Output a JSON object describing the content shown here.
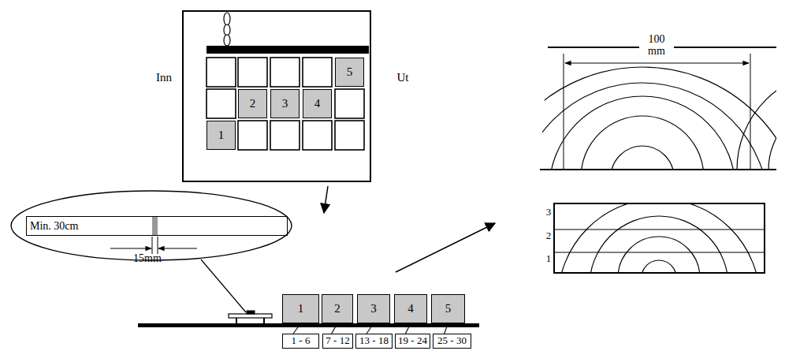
{
  "diagram": {
    "nodes": [
      {
        "text": [
          "5"
        ]
      },
      {
        "text": [
          "2"
        ]
      },
      {
        "text": [
          "3"
        ]
      },
      {
        "text": [
          "4"
        ]
      },
      {
        "text": [
          "1"
        ]
      },
      {
        "text": [
          "Min. 30cm"
        ]
      },
      {
        "text": [
          "1"
        ]
      },
      {
        "text": [
          "2"
        ]
      },
      {
        "text": [
          "3"
        ]
      },
      {
        "text": [
          "4"
        ]
      },
      {
        "text": [
          "5"
        ]
      },
      {
        "text": [
          "1 - 6"
        ]
      },
      {
        "text": [
          "7 - 12"
        ]
      },
      {
        "text": [
          "13 - 18"
        ]
      },
      {
        "text": [
          "19 - 24"
        ]
      },
      {
        "text": [
          "25 - 30"
        ]
      }
    ],
    "edges": [
      {
        "from": 6,
        "to": 11,
        "arrow": "none"
      },
      {
        "from": 7,
        "to": 12,
        "arrow": "none"
      },
      {
        "from": 8,
        "to": 13,
        "arrow": "none"
      },
      {
        "from": 9,
        "to": 14,
        "arrow": "none"
      },
      {
        "from": 10,
        "to": 15,
        "arrow": "none"
      }
    ],
    "labels": [
      "Inn",
      "Ut",
      "15mm",
      "100 mm",
      "3",
      "2",
      "1"
    ]
  }
}
